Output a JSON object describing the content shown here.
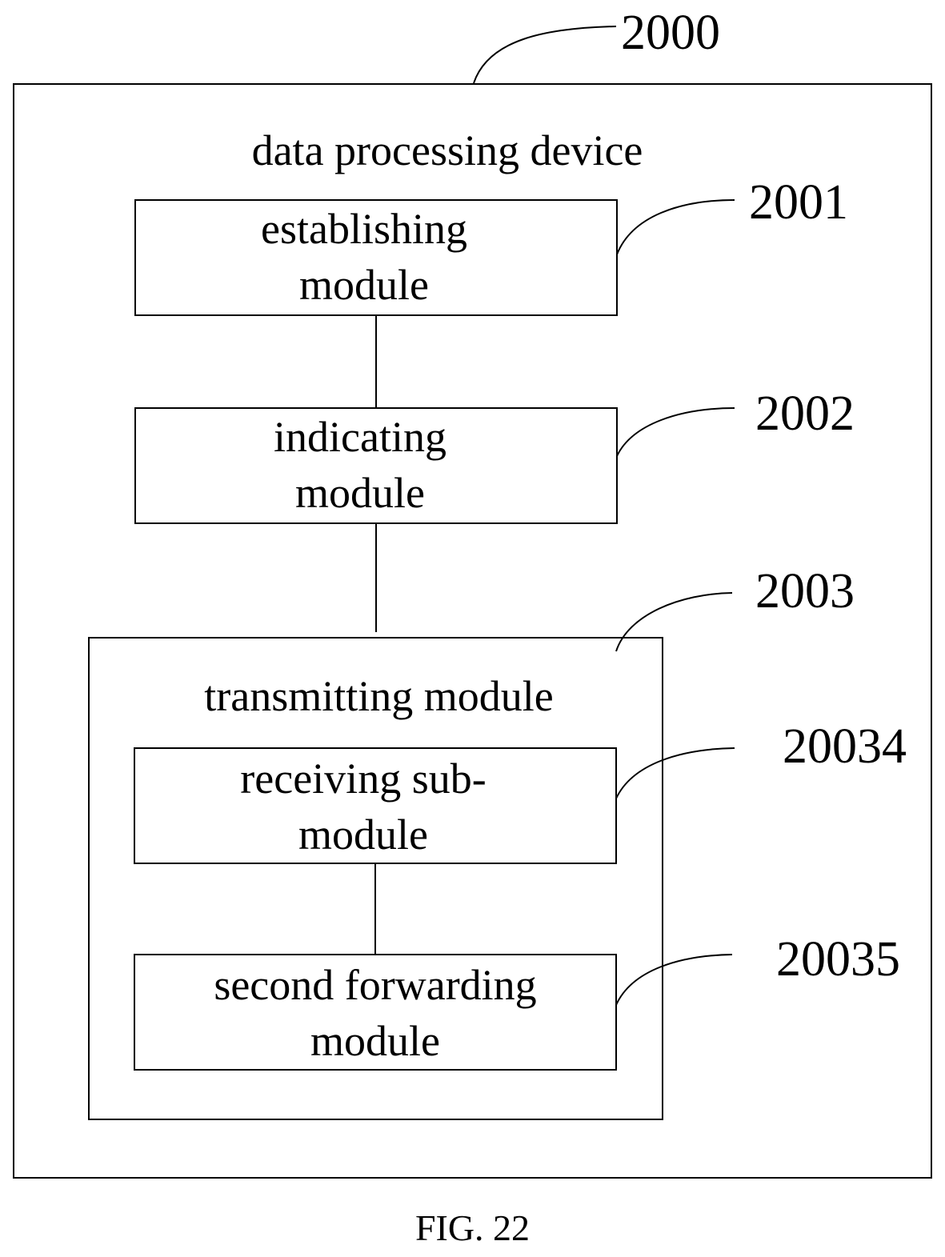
{
  "device": {
    "ref": "2000",
    "title": "data processing device"
  },
  "modules": {
    "establishing": {
      "ref": "2001",
      "line1": "establishing",
      "line2": "module"
    },
    "indicating": {
      "ref": "2002",
      "line1": "indicating",
      "line2": "module"
    },
    "transmitting": {
      "ref": "2003",
      "title": "transmitting module",
      "receiving": {
        "ref": "20034",
        "line1": "receiving sub-",
        "line2": "module"
      },
      "second_forwarding": {
        "ref": "20035",
        "line1": "second forwarding",
        "line2": "module"
      }
    }
  },
  "caption": "FIG. 22"
}
